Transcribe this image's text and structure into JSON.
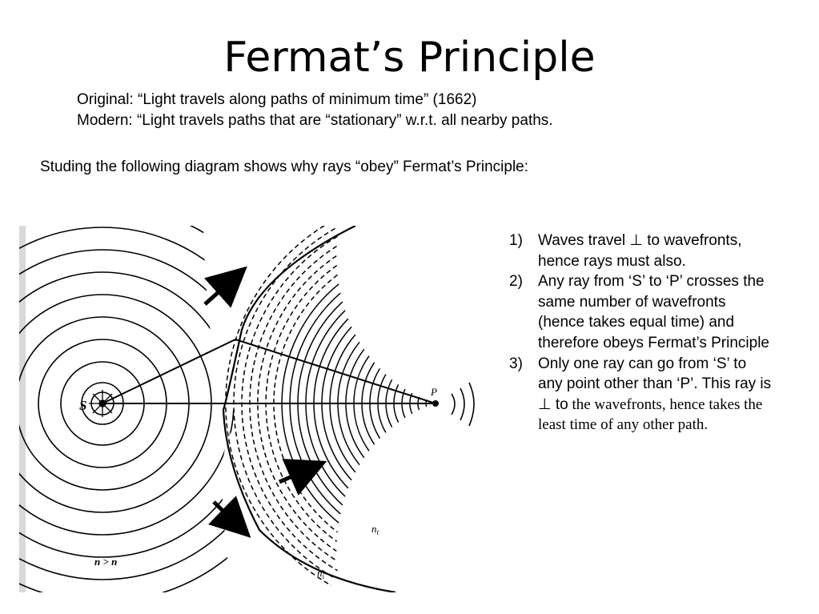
{
  "title": "Fermat’s Principle",
  "definitions": {
    "original": "Original:  “Light travels along paths of minimum time”  (1662)",
    "modern": "Modern:  “Light travels paths that are “stationary” w.r.t. all nearby paths."
  },
  "intro": "Studing the following diagram shows why rays “obey” Fermat’s Principle:",
  "figure": {
    "label_source": "S",
    "label_point": "P",
    "label_nt": "n",
    "label_nt_sub": "t",
    "label_ni": "n",
    "label_ni_sub": "i",
    "inequality": "n > n"
  },
  "points": [
    {
      "number": "1)",
      "text": "Waves travel ⊥ to wavefronts, hence rays must also."
    },
    {
      "number": "2)",
      "text": "Any ray from ‘S’ to ‘P’ crosses the same number of wavefronts (hence takes equal time) and therefore obeys Fermat’s Principle"
    },
    {
      "number": "3)",
      "text_sans": "Only one ray can go from ‘S’ to any point other than ‘P’.  This ray is ⊥ to",
      "text_serif": " the wavefronts, hence takes the least time of any other path."
    }
  ]
}
